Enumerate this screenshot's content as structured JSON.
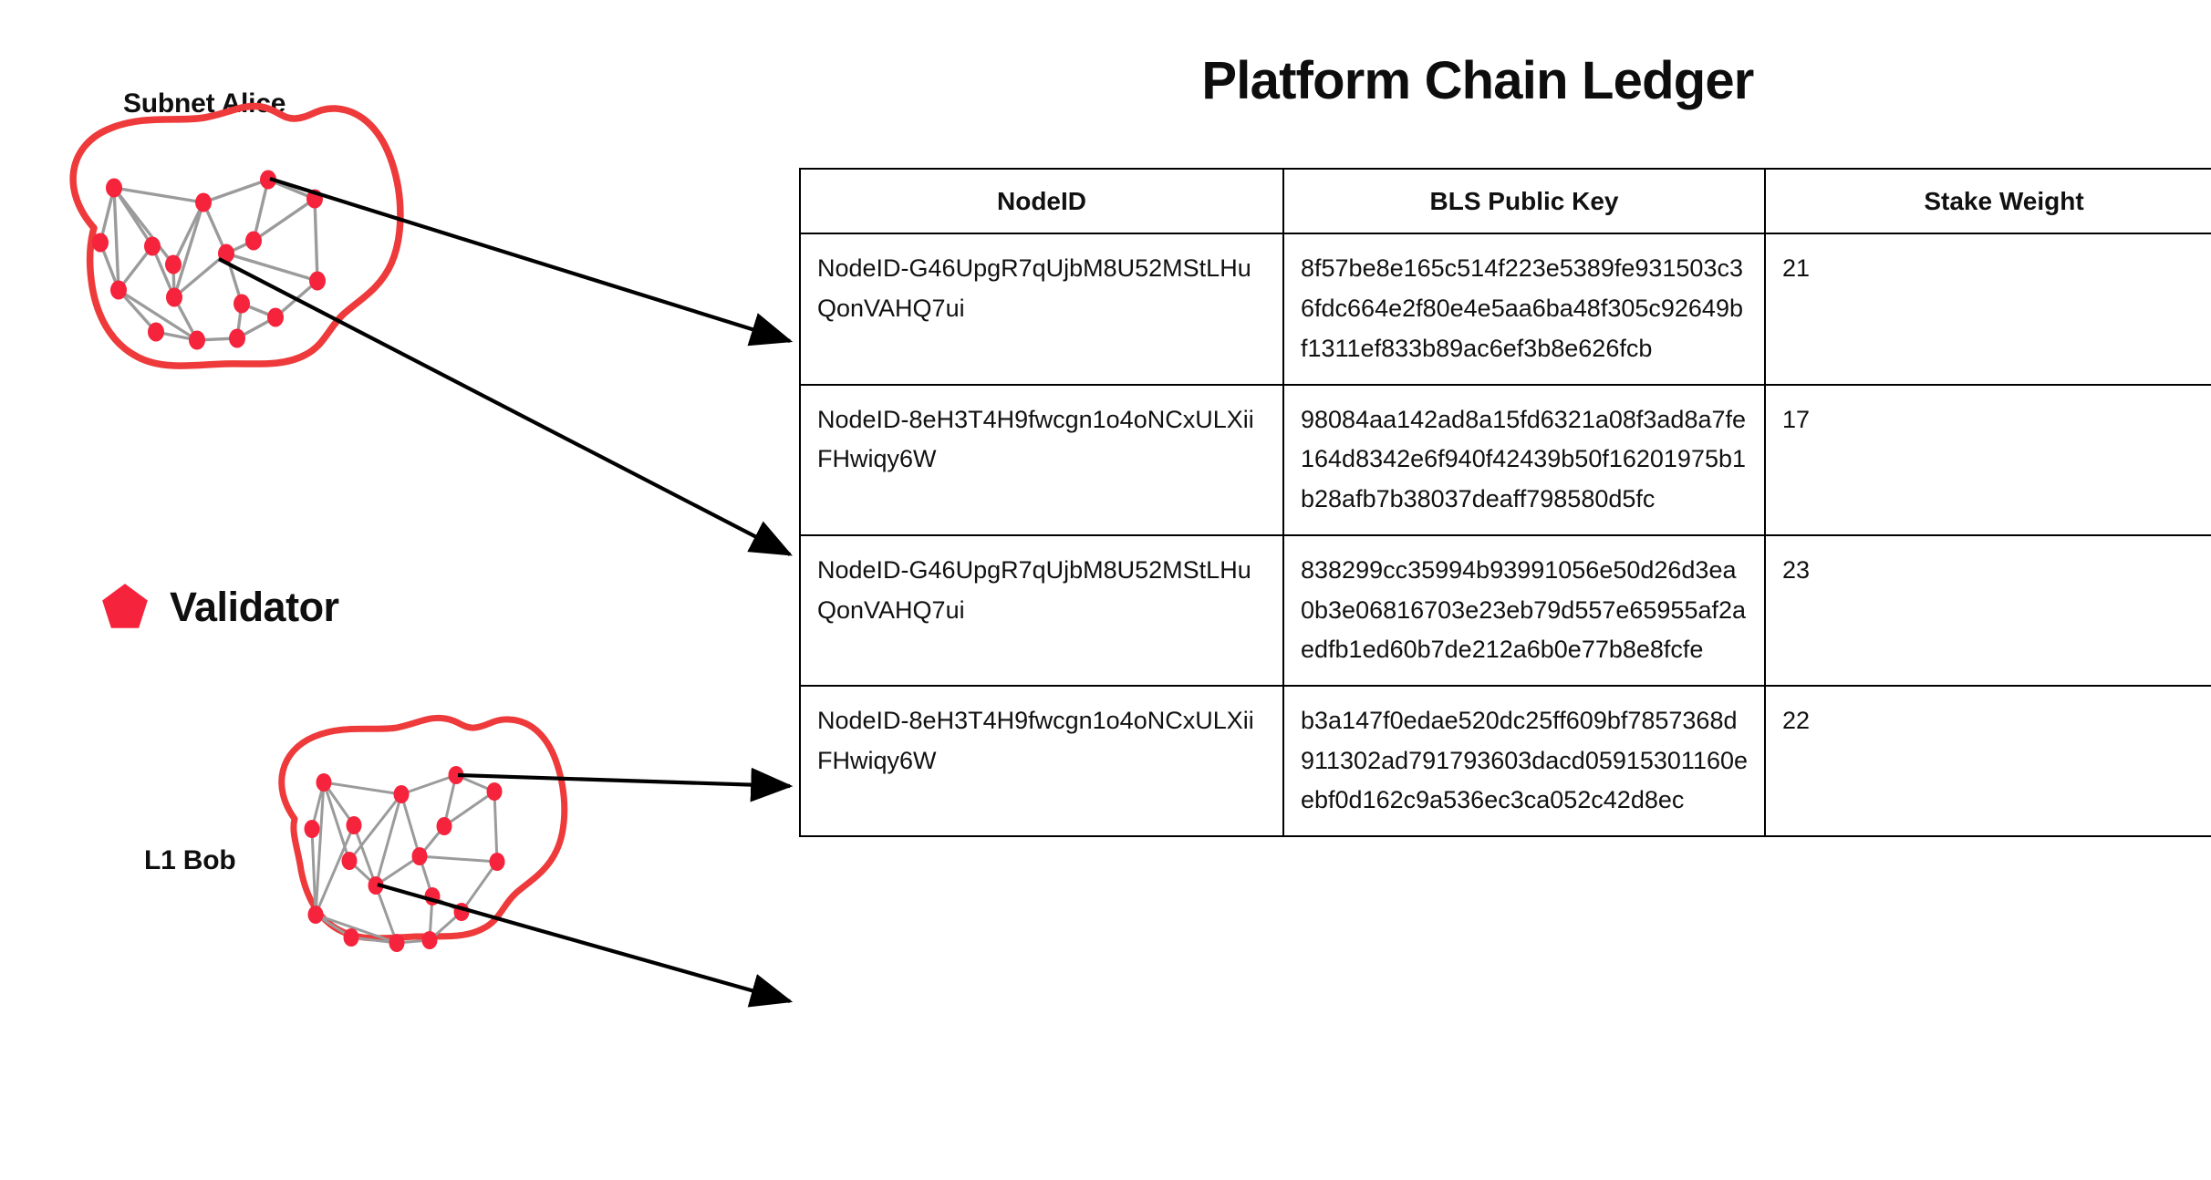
{
  "title": "Platform Chain Ledger",
  "clusters": [
    {
      "id": "subnet-alice",
      "label": "Subnet Alice"
    },
    {
      "id": "l1-bob",
      "label": "L1 Bob"
    }
  ],
  "legend": {
    "icon": "pentagon-icon",
    "label": "Validator",
    "color": "#F5233B"
  },
  "colors": {
    "validator_red": "#F5233B",
    "blob_outline": "#EE3A3A",
    "edge_gray": "#9B9B9B",
    "arrow_black": "#000000",
    "table_border": "#000000",
    "text": "#111111"
  },
  "table": {
    "columns": [
      "NodeID",
      "BLS Public Key",
      "Stake Weight"
    ],
    "rows": [
      {
        "nodeid": "NodeID-G46UpgR7qUjbM8U52MStLHuQonVAHQ7ui",
        "bls": "8f57be8e165c514f223e5389fe931503c36fdc664e2f80e4e5aa6ba48f305c92649bf1311ef833b89ac6ef3b8e626fcb",
        "stake": "21"
      },
      {
        "nodeid": "NodeID-8eH3T4H9fwcgn1o4oNCxULXiiFHwiqy6W",
        "bls": "98084aa142ad8a15fd6321a08f3ad8a7fe164d8342e6f940f42439b50f16201975b1b28afb7b38037deaff798580d5fc",
        "stake": "17"
      },
      {
        "nodeid": "NodeID-G46UpgR7qUjbM8U52MStLHuQonVAHQ7ui",
        "bls": "838299cc35994b93991056e50d26d3ea0b3e06816703e23eb79d557e65955af2aedfb1ed60b7de212a6b0e77b8e8fcfe",
        "stake": "23"
      },
      {
        "nodeid": "NodeID-8eH3T4H9fwcgn1o4oNCxULXiiFHwiqy6W",
        "bls": "b3a147f0edae520dc25ff609bf7857368d911302ad791793603dacd05915301160eebf0d162c9a536ec3ca052c42d8ec",
        "stake": "22"
      }
    ]
  }
}
